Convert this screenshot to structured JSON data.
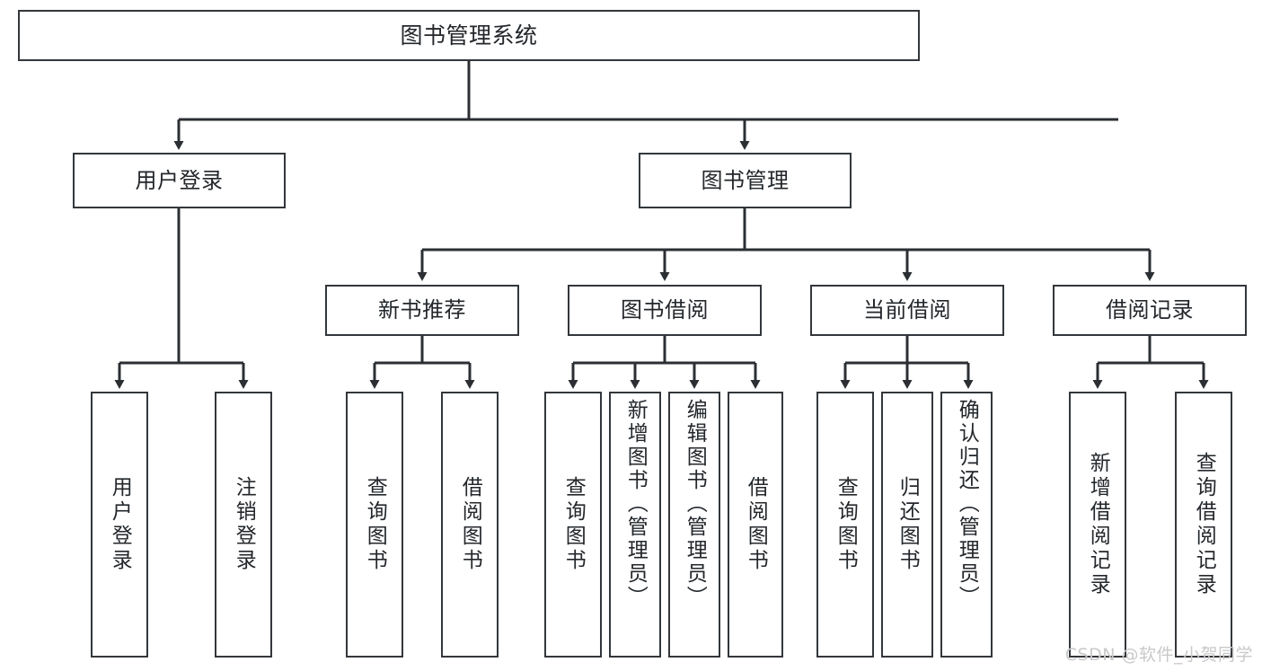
{
  "diagram": {
    "type": "tree",
    "title": "图书管理系统",
    "orientation": "top-down",
    "colors": {
      "box_border": "#33373b",
      "box_fill": "#ffffff",
      "edge": "#2b2f33",
      "text": "#23272b",
      "watermark": "#c9c9c9",
      "background": "#ffffff"
    },
    "watermark": "CSDN @软件_小贺同学",
    "nodes": {
      "root": {
        "label": "图书管理系统"
      },
      "level2": [
        {
          "label": "用户登录"
        },
        {
          "label": "图书管理"
        }
      ],
      "level3": [
        {
          "label": "新书推荐"
        },
        {
          "label": "图书借阅"
        },
        {
          "label": "当前借阅"
        },
        {
          "label": "借阅记录"
        }
      ],
      "leaves_user_login": [
        {
          "label": "用户登录"
        },
        {
          "label": "注销登录"
        }
      ],
      "leaves_new_book": [
        {
          "label": "查询图书"
        },
        {
          "label": "借阅图书"
        }
      ],
      "leaves_borrow": [
        {
          "label": "查询图书"
        },
        {
          "label": "新增图书（管理员）"
        },
        {
          "label": "编辑图书（管理员）"
        },
        {
          "label": "借阅图书"
        }
      ],
      "leaves_current": [
        {
          "label": "查询图书"
        },
        {
          "label": "归还图书"
        },
        {
          "label": "确认归还（管理员）"
        }
      ],
      "leaves_record": [
        {
          "label": "新增借阅记录"
        },
        {
          "label": "查询借阅记录"
        }
      ]
    }
  }
}
